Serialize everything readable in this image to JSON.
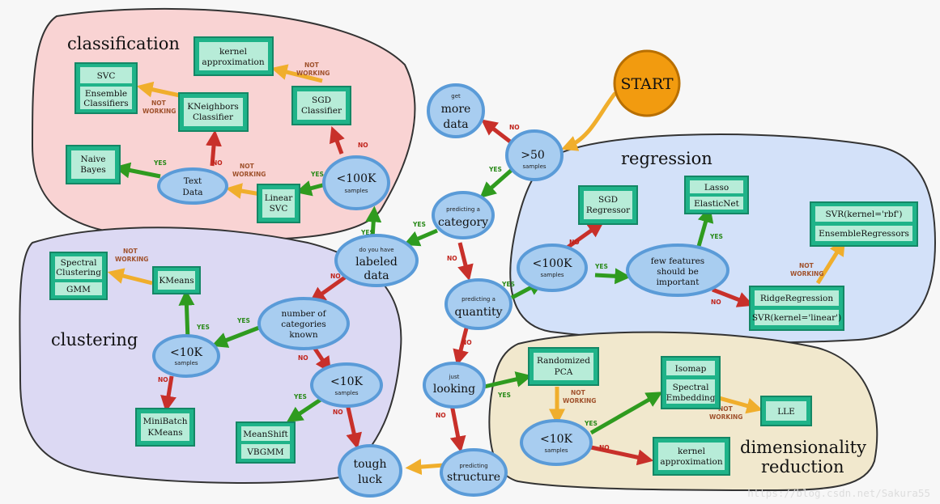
{
  "regions": {
    "classification": "classification",
    "regression": "regression",
    "clustering": "clustering",
    "dimensionality_1": "dimensionality",
    "dimensionality_2": "reduction"
  },
  "start": "START",
  "decisions": {
    "samples50": {
      "big": ">50",
      "small": "samples"
    },
    "more_data": {
      "small": "get",
      "big1": "more",
      "big2": "data"
    },
    "predict_category": {
      "small": "predicting a",
      "big": "category"
    },
    "labeled": {
      "small": "do you have",
      "big1": "labeled",
      "big2": "data"
    },
    "predict_quantity": {
      "small": "predicting a",
      "big": "quantity"
    },
    "looking": {
      "small": "just",
      "big": "looking"
    },
    "predict_structure": {
      "small": "predicting",
      "big": "structure"
    },
    "tough_luck": {
      "big1": "tough",
      "big2": "luck"
    },
    "cls_100k": {
      "big": "<100K",
      "small": "samples"
    },
    "text_data": {
      "line1": "Text",
      "line2": "Data"
    },
    "reg_100k": {
      "big": "<100K",
      "small": "samples"
    },
    "few_features": {
      "line1": "few features",
      "line2": "should be",
      "line3": "important"
    },
    "num_categories": {
      "line1": "number of",
      "line2": "categories",
      "line3": "known"
    },
    "clu_10k_a": {
      "big": "<10K",
      "small": "samples"
    },
    "clu_10k_b": {
      "big": "<10K",
      "small": "samples"
    },
    "dim_10k": {
      "big": "<10K",
      "small": "samples"
    }
  },
  "estimators": {
    "kernel_approx_cls": [
      "kernel",
      "approximation"
    ],
    "svc": "SVC",
    "ensemble_cls": [
      "Ensemble",
      "Classifiers"
    ],
    "kneighbors": [
      "KNeighbors",
      "Classifier"
    ],
    "sgd_cls": [
      "SGD",
      "Classifier"
    ],
    "naive_bayes": [
      "Naive",
      "Bayes"
    ],
    "linear_svc": [
      "Linear",
      "SVC"
    ],
    "sgd_reg": [
      "SGD",
      "Regressor"
    ],
    "lasso": "Lasso",
    "elasticnet": "ElasticNet",
    "svr_rbf": "SVR(kernel='rbf')",
    "ensemble_reg": "EnsembleRegressors",
    "ridge": "RidgeRegression",
    "svr_linear": "SVR(kernel='linear')",
    "spectral_clustering": [
      "Spectral",
      "Clustering"
    ],
    "gmm": "GMM",
    "kmeans": "KMeans",
    "minibatch": [
      "MiniBatch",
      "KMeans"
    ],
    "meanshift": "MeanShift",
    "vbgmm": "VBGMM",
    "randomized_pca": [
      "Randomized",
      "PCA"
    ],
    "isomap": "Isomap",
    "spectral_embedding": [
      "Spectral",
      "Embedding"
    ],
    "lle": "LLE",
    "kernel_approx_dim": [
      "kernel",
      "approximation"
    ]
  },
  "labels": {
    "yes": "YES",
    "no": "NO",
    "not": "NOT",
    "working": "WORKING"
  },
  "colors": {
    "classification_bg": "#f9d3d3",
    "regression_bg": "#d3e1f9",
    "clustering_bg": "#dcd9f3",
    "dimred_bg": "#f1e8cd",
    "node_fill": "#a8cdf0",
    "node_stroke": "#5a9bd8",
    "box_fill": "#1fb389",
    "box_inner": "#b7ecd8",
    "start_fill": "#f29b0f",
    "arrow_yes": "#2f9b1f",
    "arrow_no": "#c8302a",
    "arrow_other": "#f0ae2c"
  },
  "watermark": "https://blog.csdn.net/Sakura55"
}
